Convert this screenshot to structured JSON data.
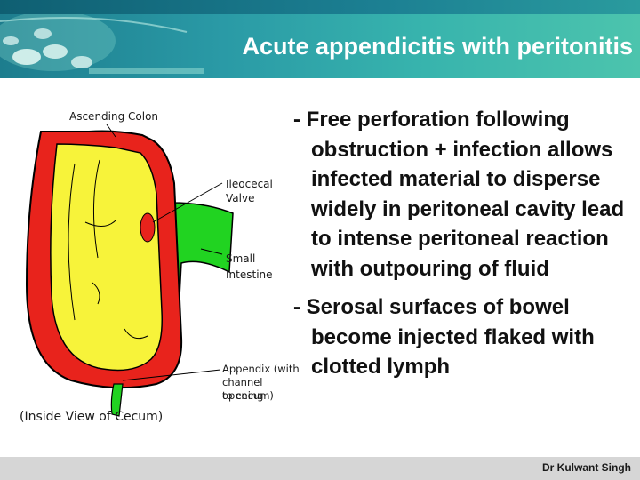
{
  "slide": {
    "title": "Acute appendicitis with peritonitis"
  },
  "figure": {
    "labels": {
      "ascending_colon": "Ascending Colon",
      "ileocecal_valve_line1": "Ileocecal",
      "ileocecal_valve_line2": "Valve",
      "small_intestine_line1": "Small",
      "small_intestine_line2": "Intestine",
      "appendix_line1": "Appendix (with",
      "appendix_line2": "channel opening",
      "appendix_line3": "to cecum)",
      "caption": "(Inside View of Cecum)"
    },
    "colors": {
      "wall": "#e8231c",
      "interior": "#f7f33a",
      "intestine": "#21d321",
      "outline": "#000000"
    }
  },
  "bullets": [
    "- Free perforation following obstruction + infection allows infected material to disperse widely in peritoneal cavity lead to intense peritoneal reaction with outpouring of fluid",
    "- Serosal surfaces of bowel become injected  flaked with clotted lymph"
  ],
  "footer": {
    "author": "Dr Kulwant Singh"
  },
  "theme": {
    "header_start": "#1d7d8e",
    "header_end": "#4cc4ad",
    "footer_bg": "#d6d6d6"
  }
}
